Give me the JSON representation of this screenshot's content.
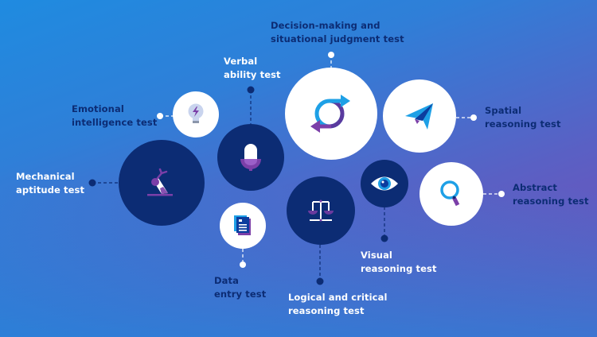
{
  "diagram": {
    "title": "",
    "colors": {
      "navy": "#0c2c74",
      "white": "#ffffff",
      "accent_blue": "#1ea0e6",
      "accent_purple": "#7b3fa8"
    },
    "nodes": [
      {
        "id": "emotional",
        "label": "Emotional\nintelligence test",
        "icon": "lightbulb-icon",
        "style": "white-circle",
        "label_color": "navy"
      },
      {
        "id": "mechanical",
        "label": "Mechanical\naptitude test",
        "icon": "robotic-arm-icon",
        "style": "navy-circle",
        "label_color": "white"
      },
      {
        "id": "verbal",
        "label": "Verbal\nability test",
        "icon": "microphone-icon",
        "style": "navy-circle",
        "label_color": "white"
      },
      {
        "id": "decision",
        "label": "Decision-making and\nsituational judgment test",
        "icon": "cycle-arrows-icon",
        "style": "white-circle",
        "label_color": "navy"
      },
      {
        "id": "spatial",
        "label": "Spatial\nreasoning test",
        "icon": "paper-plane-icon",
        "style": "white-circle",
        "label_color": "navy"
      },
      {
        "id": "abstract",
        "label": "Abstract\nreasoning test",
        "icon": "magnifier-icon",
        "style": "white-circle",
        "label_color": "navy"
      },
      {
        "id": "visual",
        "label": "Visual\nreasoning test",
        "icon": "eye-icon",
        "style": "navy-circle",
        "label_color": "white"
      },
      {
        "id": "logical",
        "label": "Logical and critical\nreasoning test",
        "icon": "scales-icon",
        "style": "navy-circle",
        "label_color": "white"
      },
      {
        "id": "data-entry",
        "label": "Data\nentry test",
        "icon": "document-icon",
        "style": "white-circle",
        "label_color": "navy"
      }
    ]
  }
}
